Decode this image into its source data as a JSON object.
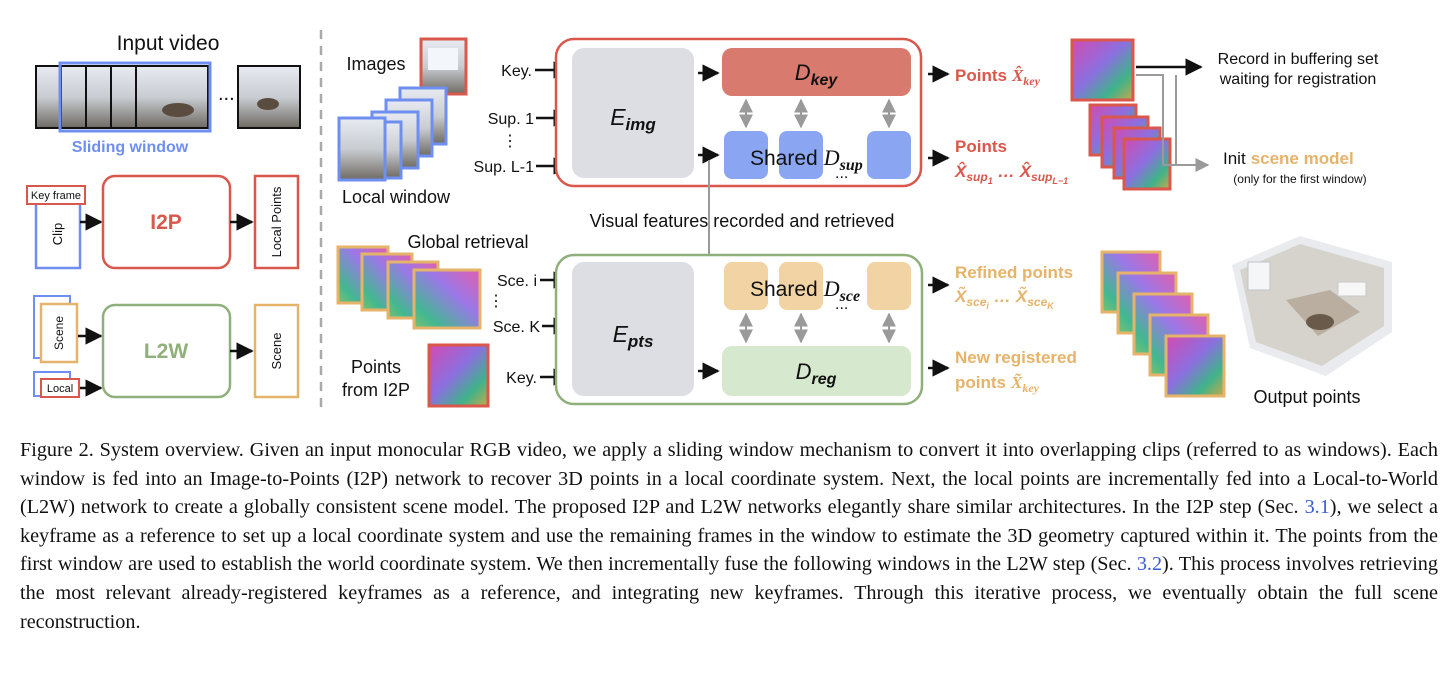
{
  "left": {
    "input_video": "Input video",
    "ellipsis": "...",
    "sliding_window": "Sliding window",
    "key_frame": "Key frame",
    "clip": "Clip",
    "i2p": "I2P",
    "local_points": "Local Points",
    "scene": "Scene",
    "local": "Local",
    "l2w": "L2W",
    "scene_out": "Scene"
  },
  "i2p": {
    "images": "Images",
    "local_window": "Local window",
    "key": "Key.",
    "sup1": "Sup. 1",
    "vdots": "⋮",
    "supL": "Sup. L-1",
    "encoder": "E",
    "encoder_sub": "img",
    "dkey": "D",
    "dkey_sub": "key",
    "shared": "Shared",
    "dsup": "D",
    "dsup_sub": "sup",
    "dots": "...",
    "points_key": "Points",
    "points_key_sym": "X̂",
    "points_key_sub": "key",
    "points_sup": "Points",
    "points_sup_sym": "X̂",
    "points_sup_sub1": "sup",
    "points_sup_sub1b": "1",
    "points_sup_mid": "…",
    "points_sup_sym2": "X̂",
    "points_sup_subL": "sup",
    "points_sup_subLb": "L−1",
    "record_line1": "Record in buffering set",
    "record_line2": "waiting for registration",
    "init": "Init",
    "scene_model": "scene model",
    "first_window": "(only for the first window)"
  },
  "middle_label": "Visual features recorded and retrieved",
  "l2w": {
    "global_retrieval": "Global retrieval",
    "sce_i": "Sce. i",
    "sce_k": "Sce. K",
    "vdots": "⋮",
    "points_line1": "Points",
    "points_line2": "from I2P",
    "key": "Key.",
    "encoder": "E",
    "encoder_sub": "pts",
    "shared": "Shared",
    "dsce": "D",
    "dsce_sub": "sce",
    "dots": "...",
    "dreg": "D",
    "dreg_sub": "reg",
    "refined": "Refined points",
    "refined_sym": "X̃",
    "refined_sub1": "sce",
    "refined_sub1b": "i",
    "refined_mid": "…",
    "refined_sym2": "X̃",
    "refined_sub2": "sce",
    "refined_sub2b": "K",
    "new_reg_line1": "New registered",
    "new_reg_line2": "points",
    "new_reg_sym": "X̃",
    "new_reg_sub": "key",
    "output_points": "Output points"
  },
  "caption": {
    "p1": "Figure 2. System overview. Given an input monocular RGB video, we apply a sliding window mechanism to convert it into overlapping clips (referred to as windows). Each window is fed into an Image-to-Points (I2P) network to recover 3D points in a local coordinate system. Next, the local points are incrementally fed into a Local-to-World (L2W) network to create a globally consistent scene model. The proposed I2P and L2W networks elegantly share similar architectures. In the I2P step (Sec. ",
    "ref1": "3.1",
    "p2": "), we select a keyframe as a reference to set up a local coordinate system and use the remaining frames in the window to estimate the 3D geometry captured within it. The points from the first window are used to establish the world coordinate system. We then incrementally fuse the following windows in the L2W step (Sec. ",
    "ref2": "3.2",
    "p3": "). This process involves retrieving the most relevant already-registered keyframes as a reference, and integrating new keyframes. Through this iterative process, we eventually obtain the full scene reconstruction."
  },
  "colors": {
    "red": "#d9574b",
    "red_fill": "#d97a6e",
    "blue": "#6f8ff0",
    "blue_fill": "#8aa6f2",
    "green": "#8fb07a",
    "green_fill": "#d6e8cd",
    "orange": "#e6b36a",
    "orange_fill": "#f2d3a4",
    "gray_fill": "#dcdee3"
  }
}
